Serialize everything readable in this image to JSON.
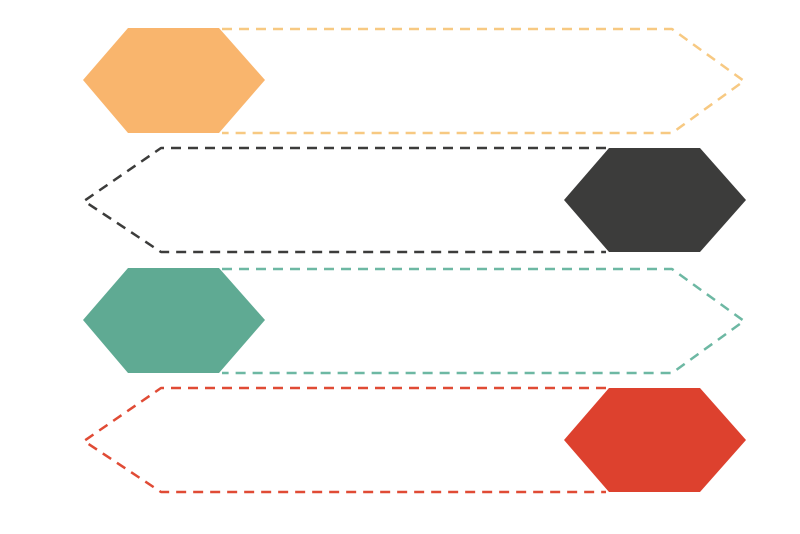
{
  "colors": {
    "orange": "#F9B56D",
    "orange_outline": "#F7C982",
    "dark": "#3C3C3B",
    "dark_outline": "#3C3C3B",
    "teal": "#5FAA93",
    "teal_outline": "#6DB8A3",
    "red": "#DD412E",
    "red_outline": "#E04B35",
    "background": "#FFFFFF"
  },
  "rows": [
    {
      "id": "row-1",
      "direction": "right",
      "hexagon_side": "left",
      "color_key": "orange"
    },
    {
      "id": "row-2",
      "direction": "left",
      "hexagon_side": "right",
      "color_key": "dark"
    },
    {
      "id": "row-3",
      "direction": "right",
      "hexagon_side": "left",
      "color_key": "teal"
    },
    {
      "id": "row-4",
      "direction": "left",
      "hexagon_side": "right",
      "color_key": "red"
    }
  ]
}
